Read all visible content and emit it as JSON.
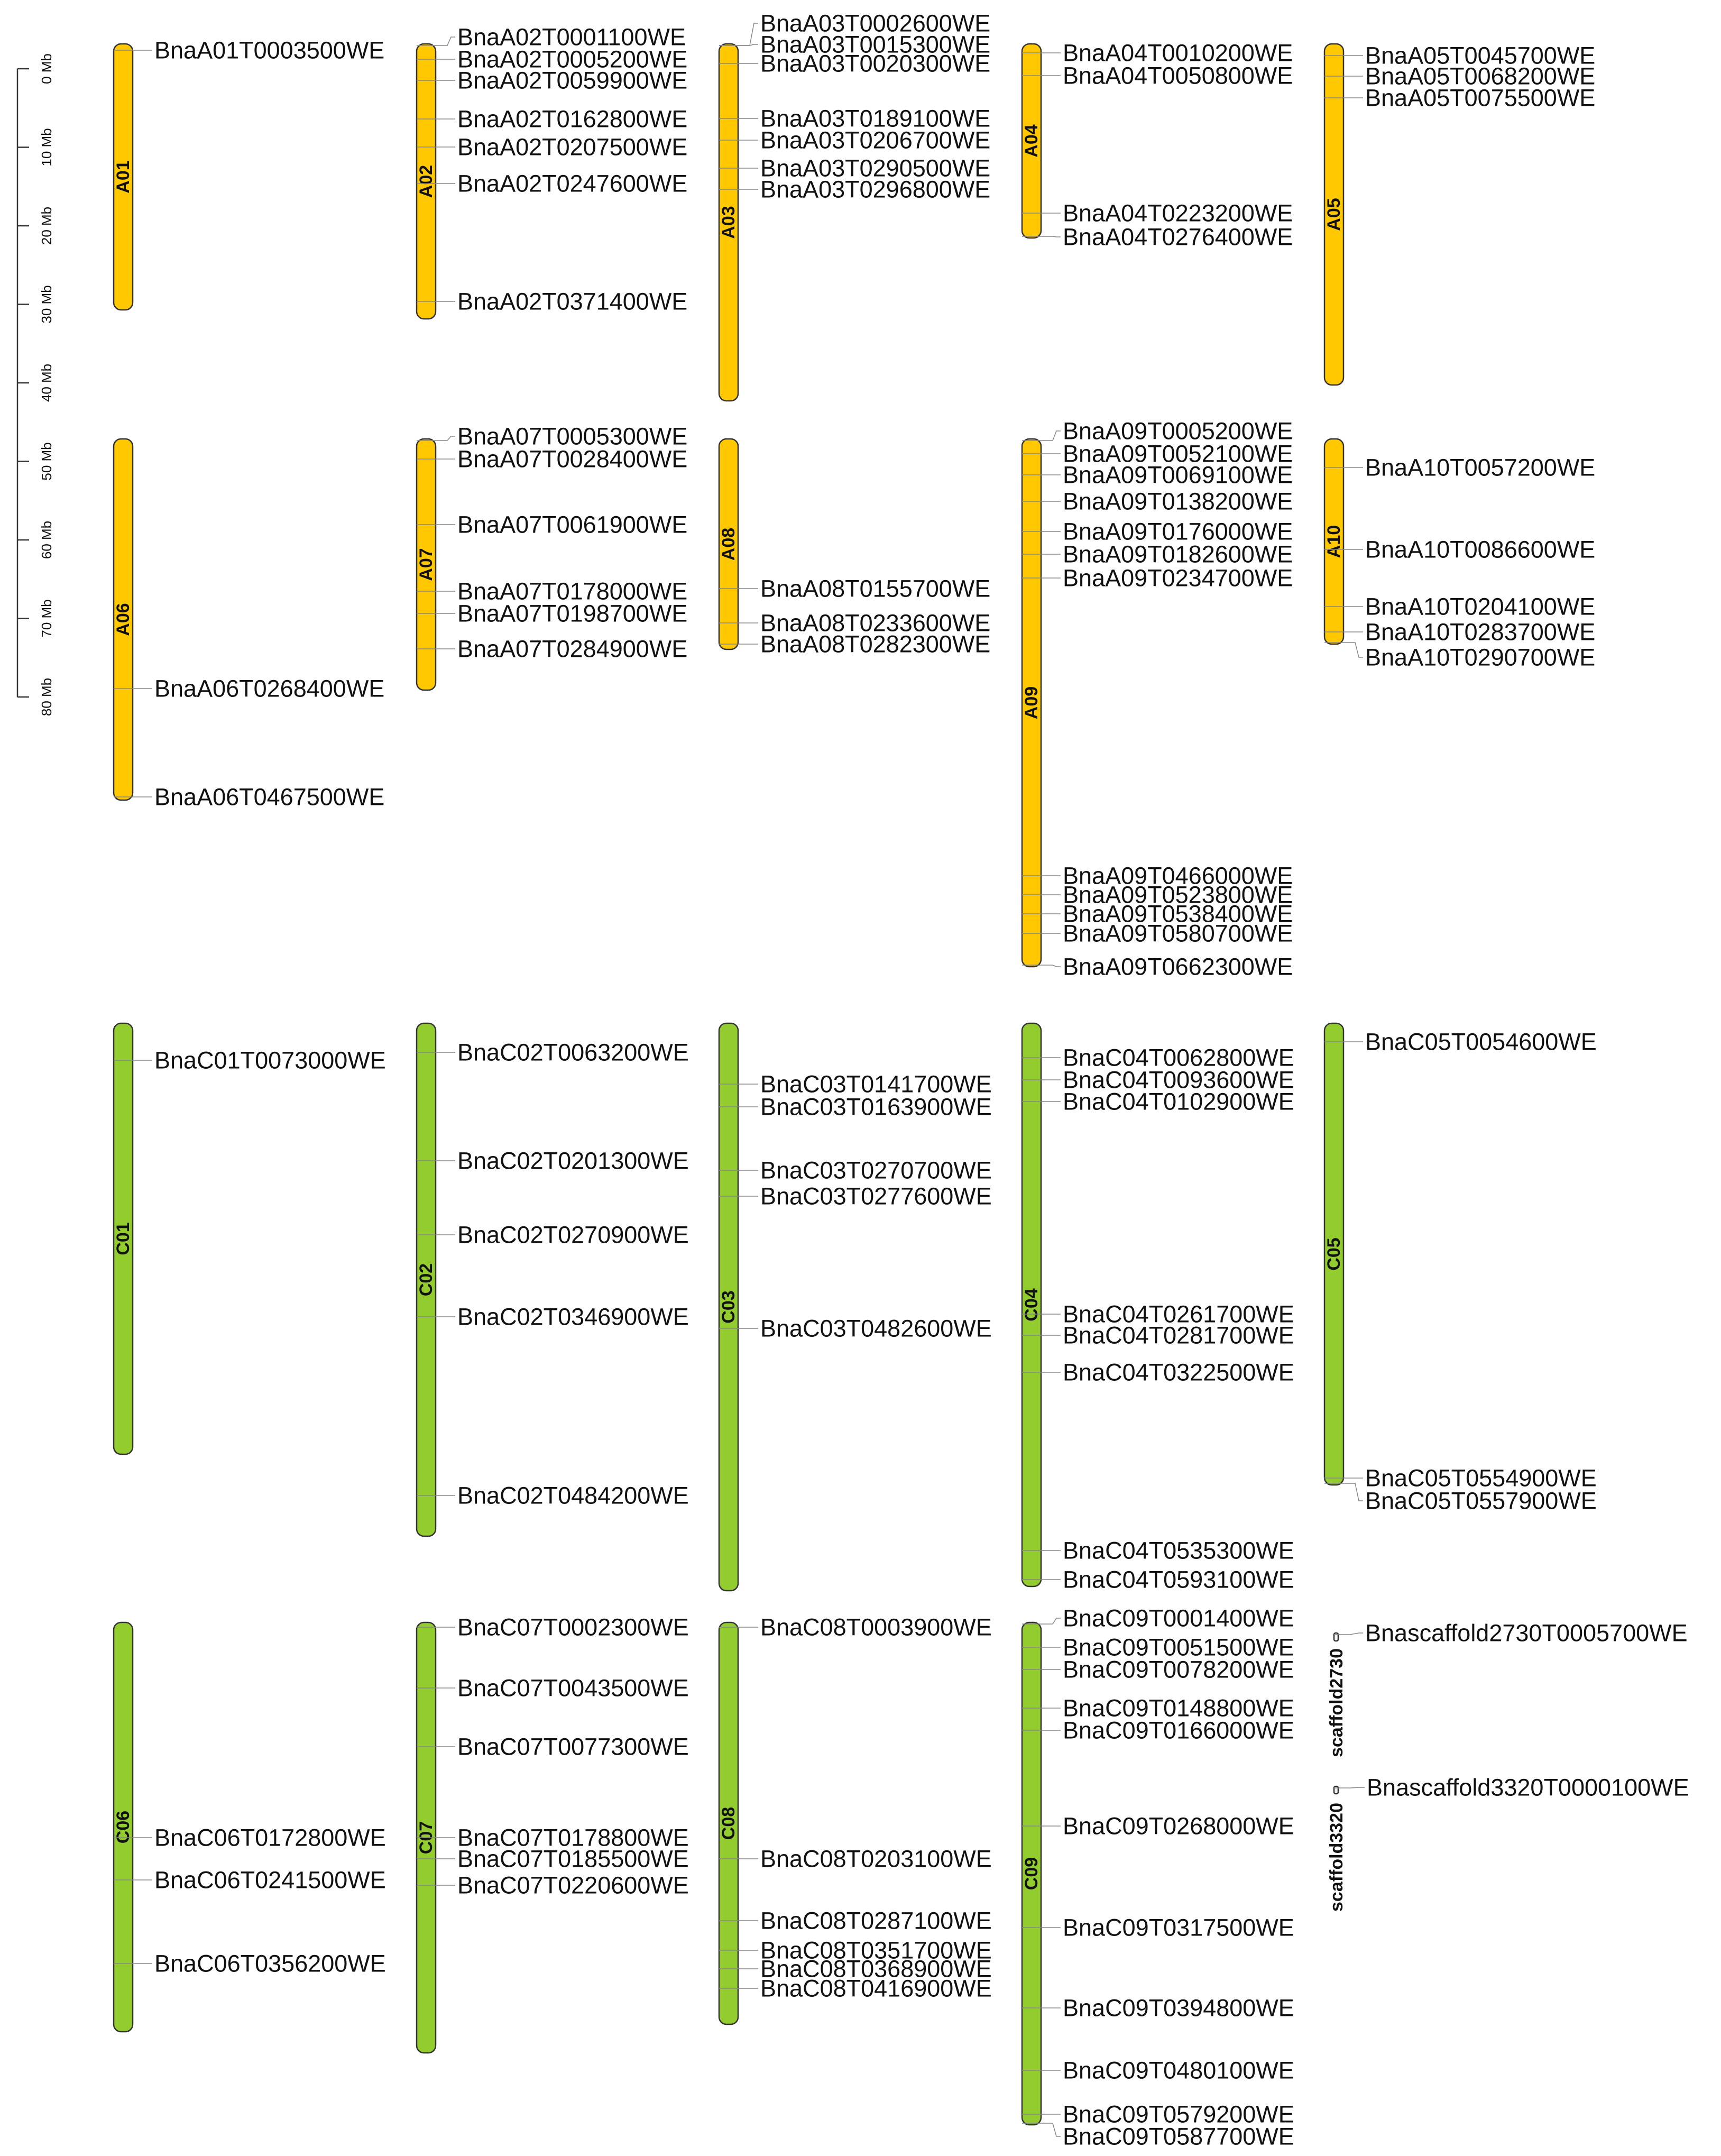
{
  "scale_bar": {
    "ticks": [
      "0 Mb",
      "10 Mb",
      "20 Mb",
      "30 Mb",
      "40 Mb",
      "50 Mb",
      "60 Mb",
      "70 Mb",
      "80 Mb"
    ]
  },
  "colors": {
    "A_genome": "#FFC800",
    "C_genome": "#92CC2E",
    "outline": "#333333",
    "connector": "#888888"
  },
  "chromosomes": [
    {
      "name": "A01",
      "group": "A",
      "genes": [
        "BnaA01T0003500WE"
      ]
    },
    {
      "name": "A02",
      "group": "A",
      "genes": [
        "BnaA02T0001100WE",
        "BnaA02T0005200WE",
        "BnaA02T0059900WE",
        "BnaA02T0162800WE",
        "BnaA02T0207500WE",
        "BnaA02T0247600WE",
        "BnaA02T0371400WE"
      ]
    },
    {
      "name": "A03",
      "group": "A",
      "genes": [
        "BnaA03T0002600WE",
        "BnaA03T0015300WE",
        "BnaA03T0020300WE",
        "BnaA03T0189100WE",
        "BnaA03T0206700WE",
        "BnaA03T0290500WE",
        "BnaA03T0296800WE"
      ]
    },
    {
      "name": "A04",
      "group": "A",
      "genes": [
        "BnaA04T0010200WE",
        "BnaA04T0050800WE",
        "BnaA04T0223200WE",
        "BnaA04T0276400WE"
      ]
    },
    {
      "name": "A05",
      "group": "A",
      "genes": [
        "BnaA05T0045700WE",
        "BnaA05T0068200WE",
        "BnaA05T0075500WE"
      ]
    },
    {
      "name": "A06",
      "group": "A",
      "genes": [
        "BnaA06T0268400WE",
        "BnaA06T0467500WE"
      ]
    },
    {
      "name": "A07",
      "group": "A",
      "genes": [
        "BnaA07T0005300WE",
        "BnaA07T0028400WE",
        "BnaA07T0061900WE",
        "BnaA07T0178000WE",
        "BnaA07T0198700WE",
        "BnaA07T0284900WE"
      ]
    },
    {
      "name": "A08",
      "group": "A",
      "genes": [
        "BnaA08T0155700WE",
        "BnaA08T0233600WE",
        "BnaA08T0282300WE"
      ]
    },
    {
      "name": "A09",
      "group": "A",
      "genes": [
        "BnaA09T0005200WE",
        "BnaA09T0052100WE",
        "BnaA09T0069100WE",
        "BnaA09T0138200WE",
        "BnaA09T0176000WE",
        "BnaA09T0182600WE",
        "BnaA09T0234700WE",
        "BnaA09T0466000WE",
        "BnaA09T0523800WE",
        "BnaA09T0538400WE",
        "BnaA09T0580700WE",
        "BnaA09T0662300WE"
      ]
    },
    {
      "name": "A10",
      "group": "A",
      "genes": [
        "BnaA10T0057200WE",
        "BnaA10T0086600WE",
        "BnaA10T0204100WE",
        "BnaA10T0283700WE",
        "BnaA10T0290700WE"
      ]
    },
    {
      "name": "C01",
      "group": "C",
      "genes": [
        "BnaC01T0073000WE"
      ]
    },
    {
      "name": "C02",
      "group": "C",
      "genes": [
        "BnaC02T0063200WE",
        "BnaC02T0201300WE",
        "BnaC02T0270900WE",
        "BnaC02T0346900WE",
        "BnaC02T0484200WE"
      ]
    },
    {
      "name": "C03",
      "group": "C",
      "genes": [
        "BnaC03T0141700WE",
        "BnaC03T0163900WE",
        "BnaC03T0270700WE",
        "BnaC03T0277600WE",
        "BnaC03T0482600WE"
      ]
    },
    {
      "name": "C04",
      "group": "C",
      "genes": [
        "BnaC04T0062800WE",
        "BnaC04T0093600WE",
        "BnaC04T0102900WE",
        "BnaC04T0261700WE",
        "BnaC04T0281700WE",
        "BnaC04T0322500WE",
        "BnaC04T0535300WE",
        "BnaC04T0593100WE"
      ]
    },
    {
      "name": "C05",
      "group": "C",
      "genes": [
        "BnaC05T0054600WE",
        "BnaC05T0554900WE",
        "BnaC05T0557900WE"
      ]
    },
    {
      "name": "C06",
      "group": "C",
      "genes": [
        "BnaC06T0172800WE",
        "BnaC06T0241500WE",
        "BnaC06T0356200WE"
      ]
    },
    {
      "name": "C07",
      "group": "C",
      "genes": [
        "BnaC07T0002300WE",
        "BnaC07T0043500WE",
        "BnaC07T0077300WE",
        "BnaC07T0178800WE",
        "BnaC07T0185500WE",
        "BnaC07T0220600WE"
      ]
    },
    {
      "name": "C08",
      "group": "C",
      "genes": [
        "BnaC08T0003900WE",
        "BnaC08T0203100WE",
        "BnaC08T0287100WE",
        "BnaC08T0351700WE",
        "BnaC08T0368900WE",
        "BnaC08T0416900WE"
      ]
    },
    {
      "name": "C09",
      "group": "C",
      "genes": [
        "BnaC09T0001400WE",
        "BnaC09T0051500WE",
        "BnaC09T0078200WE",
        "BnaC09T0148800WE",
        "BnaC09T0166000WE",
        "BnaC09T0268000WE",
        "BnaC09T0317500WE",
        "BnaC09T0394800WE",
        "BnaC09T0480100WE",
        "BnaC09T0579200WE",
        "BnaC09T0587700WE"
      ]
    },
    {
      "name": "scaffold2730",
      "group": "S",
      "genes": [
        "Bnascaffold2730T0005700WE"
      ]
    },
    {
      "name": "scaffold3320",
      "group": "S",
      "genes": [
        "Bnascaffold3320T0000100WE"
      ]
    }
  ]
}
